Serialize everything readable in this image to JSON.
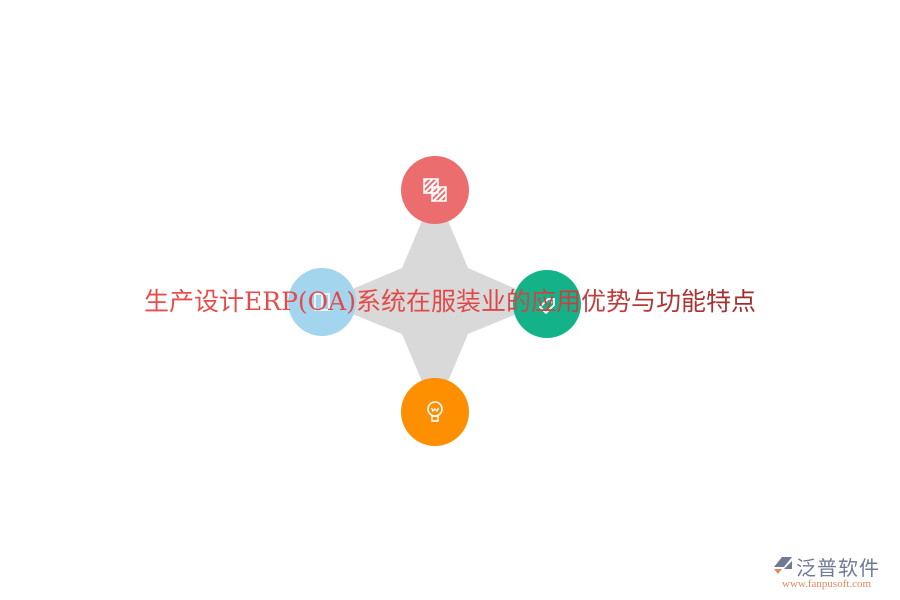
{
  "title": "生产设计ERP(OA)系统在服装业的应用优势与功能特点",
  "diagram": {
    "type": "four-point-star",
    "center_color": "#d9d9d9",
    "nodes": [
      {
        "position": "top",
        "icon": "layers-icon",
        "color": "#ec6d6d"
      },
      {
        "position": "left",
        "icon": "book-icon",
        "color": "#a3d6ee"
      },
      {
        "position": "right",
        "icon": "tag-icon",
        "color": "#13b288"
      },
      {
        "position": "bottom",
        "icon": "lightbulb-icon",
        "color": "#fe8f00"
      }
    ]
  },
  "logo": {
    "name": "泛普软件",
    "url": "www.fanpusoft.com"
  },
  "colors": {
    "title_start": "#ea4b4b",
    "title_end": "#9b2d2d"
  }
}
